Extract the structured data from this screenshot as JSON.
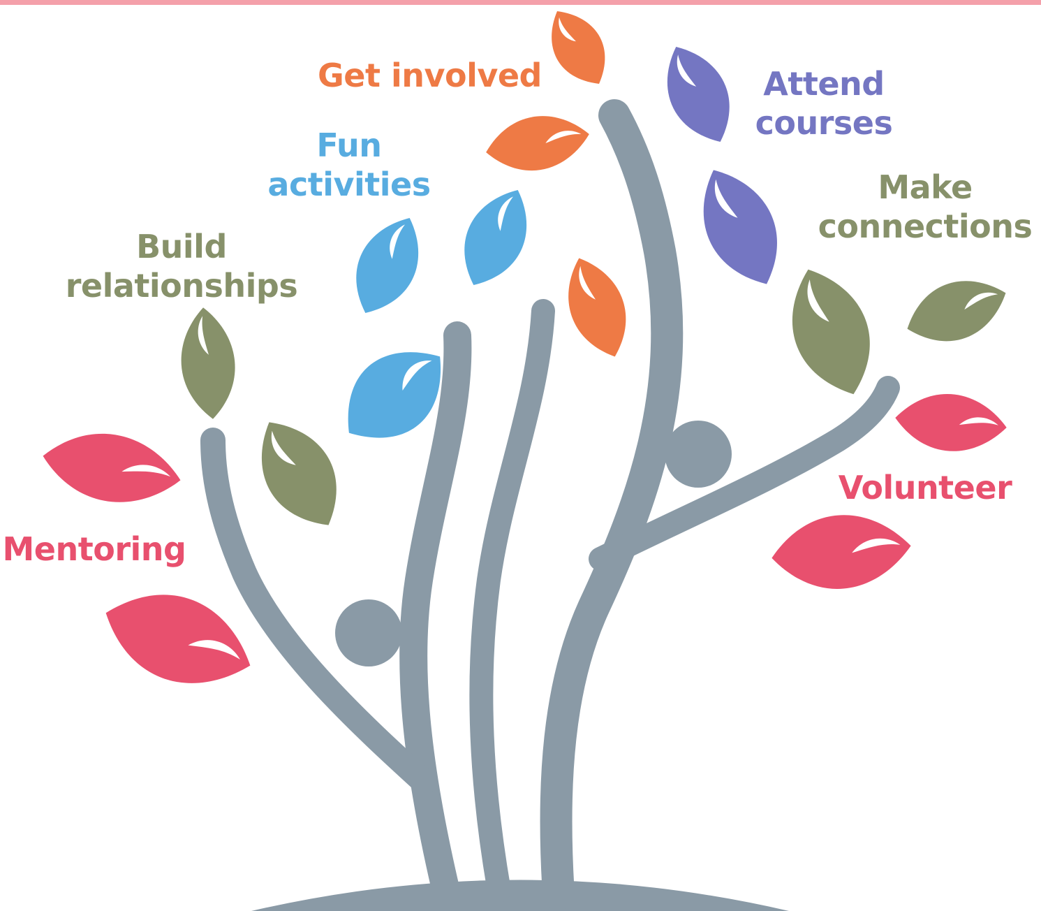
{
  "colors": {
    "top_bar": "#f4a0aa",
    "trunk": "#8a9aa6",
    "pink": "#e8506e",
    "orange": "#ee7a45",
    "blue": "#58ace0",
    "purple": "#7476c2",
    "olive": "#87916a"
  },
  "labels": {
    "get_involved": {
      "line1": "Get involved"
    },
    "attend_courses": {
      "line1": "Attend",
      "line2": "courses"
    },
    "fun_activities": {
      "line1": "Fun",
      "line2": "activities"
    },
    "make_connections": {
      "line1": "Make",
      "line2": "connections"
    },
    "build_relationships": {
      "line1": "Build",
      "line2": "relationships"
    },
    "volunteer": {
      "line1": "Volunteer"
    },
    "mentoring": {
      "line1": "Mentoring"
    }
  }
}
